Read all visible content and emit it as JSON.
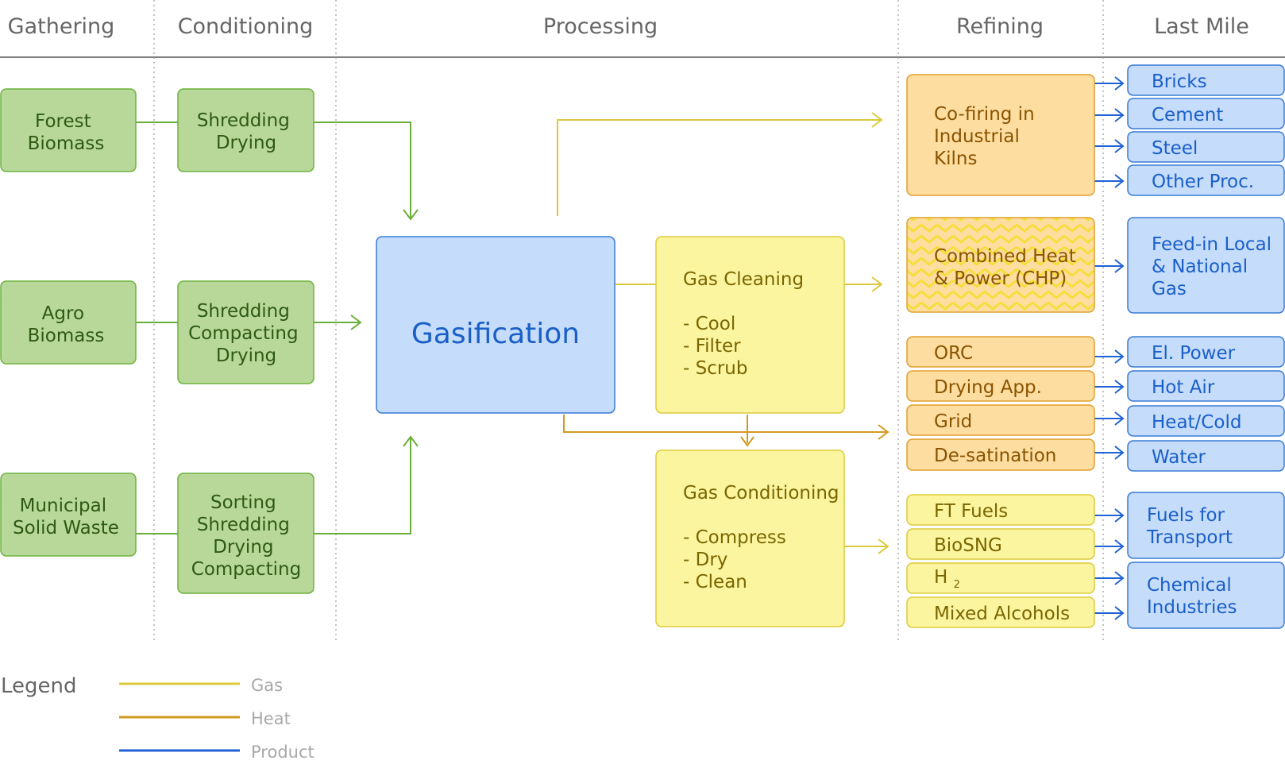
{
  "columns": {
    "gathering": "Gathering",
    "conditioning": "Conditioning",
    "processing": "Processing",
    "refining": "Refining",
    "last_mile": "Last Mile"
  },
  "sources": {
    "forest": [
      "Forest",
      "Biomass"
    ],
    "agro": [
      "Agro",
      "Biomass"
    ],
    "msw": [
      "Municipal",
      "Solid Waste"
    ]
  },
  "conditioning": {
    "forest": [
      "Shredding",
      "Drying"
    ],
    "agro": [
      "Shredding",
      "Compacting",
      "Drying"
    ],
    "msw": [
      "Sorting",
      "Shredding",
      "Drying",
      "Compacting"
    ]
  },
  "gasification": "Gasification",
  "gas_cleaning": {
    "title": "Gas Cleaning",
    "items": [
      "- Cool",
      "- Filter",
      "- Scrub"
    ]
  },
  "gas_conditioning": {
    "title": "Gas Conditioning",
    "items": [
      "- Compress",
      "- Dry",
      "- Clean"
    ]
  },
  "refining": {
    "cofiring": [
      "Co-firing in",
      "Industrial",
      "Kilns"
    ],
    "chp": [
      "Combined Heat",
      "& Power (CHP)"
    ],
    "orc": "ORC",
    "drying_app": "Drying App.",
    "grid": "Grid",
    "desatination": "De-satination",
    "ft_fuels": "FT Fuels",
    "biosng": "BioSNG",
    "h2_base": "H",
    "h2_sub": "2",
    "mixed_alcohols": "Mixed Alcohols"
  },
  "last_mile": {
    "bricks": "Bricks",
    "cement": "Cement",
    "steel": "Steel",
    "other_proc": "Other Proc.",
    "feed_in": [
      "Feed-in Local",
      "& National",
      "Gas"
    ],
    "el_power": "El. Power",
    "hot_air": "Hot Air",
    "heat_cold": "Heat/Cold",
    "water": "Water",
    "fuels_transport": [
      "Fuels for",
      "Transport"
    ],
    "chemical": [
      "Chemical",
      "Industries"
    ]
  },
  "legend": {
    "title": "Legend",
    "gas": "Gas",
    "heat": "Heat",
    "product": "Product"
  },
  "colors": {
    "green_fill": "#b8d89a",
    "green_stroke": "#6db33f",
    "green_text": "#2e5a12",
    "blue_fill": "#c5dcfa",
    "blue_stroke": "#3a7bd5",
    "blue_text": "#1a5fc8",
    "orange_fill": "#fddda0",
    "orange_stroke": "#e0a030",
    "orange_text": "#8a5300",
    "yellow_fill": "#fbf5a0",
    "yellow_stroke": "#dccb3a",
    "yellow_text": "#7a6600",
    "gas_line": "#ddc93c",
    "heat_line": "#d29a20",
    "product_line": "#1f62d6",
    "feed_line": "#6aae3a"
  }
}
